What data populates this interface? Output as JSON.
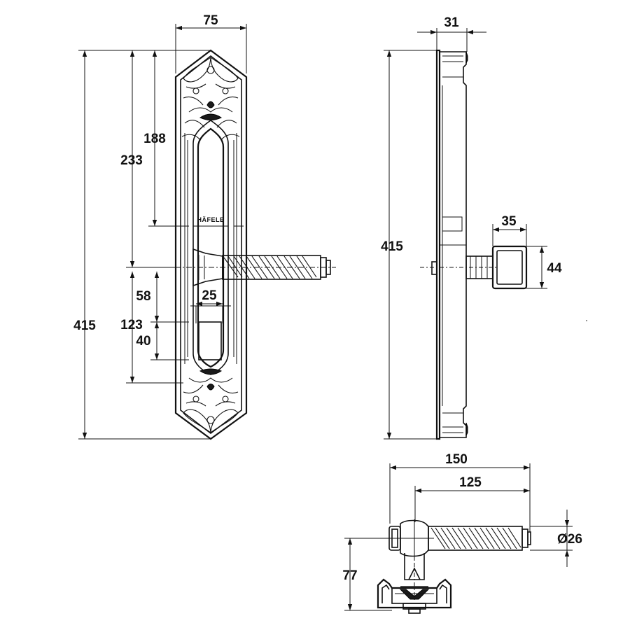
{
  "brand": "HÄFELE",
  "dimensions": {
    "front_width": "75",
    "front_height_total": "415",
    "top_to_spindle": "233",
    "top_to_lock_window": "188",
    "spindle_to_cylinder": "58",
    "spindle_to_bottom_window": "123",
    "cylinder_height": "40",
    "cylinder_width": "25",
    "side_depth": "31",
    "side_height_total": "415",
    "spindle_square": "35",
    "spindle_square_height": "44",
    "lever_length_total": "150",
    "lever_length_grip": "125",
    "lever_diameter": "Ø26",
    "lever_projection": "77"
  }
}
